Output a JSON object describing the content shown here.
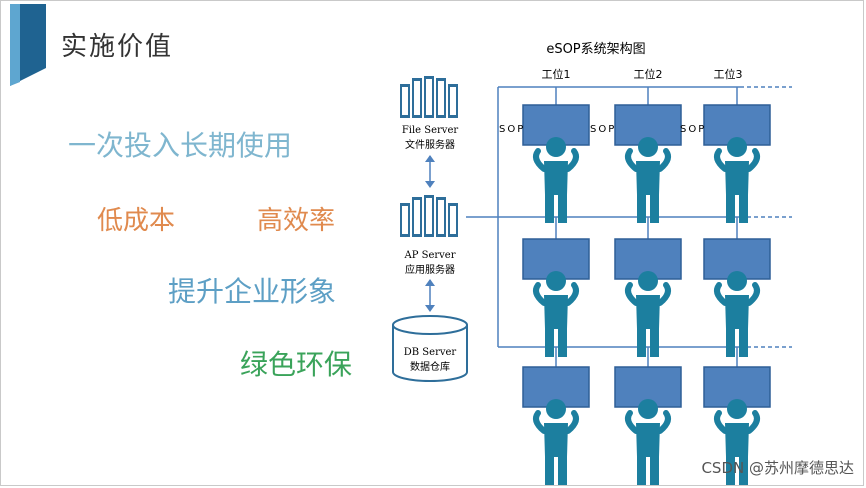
{
  "title": "实施价值",
  "benefits": {
    "one_time": "一次投入长期使用",
    "low_cost": "低成本",
    "high_efficiency": "高效率",
    "image": "提升企业形象",
    "green": "绿色环保"
  },
  "diagram": {
    "title": "eSOP系统架构图",
    "file_server": {
      "name": "File Server",
      "label": "文件服务器"
    },
    "ap_server": {
      "name": "AP Server",
      "label": "应用服务器"
    },
    "db_server": {
      "name": "DB Server",
      "label": "数据仓库"
    },
    "stations": [
      "工位1",
      "工位2",
      "工位3"
    ],
    "sop_label": "SOP"
  },
  "watermark": "CSDN @苏州摩德思达",
  "colors": {
    "monitor": "#4f81bd",
    "worker": "#1c7f9f",
    "line": "#4f81bd",
    "accent": "#1f6391"
  }
}
